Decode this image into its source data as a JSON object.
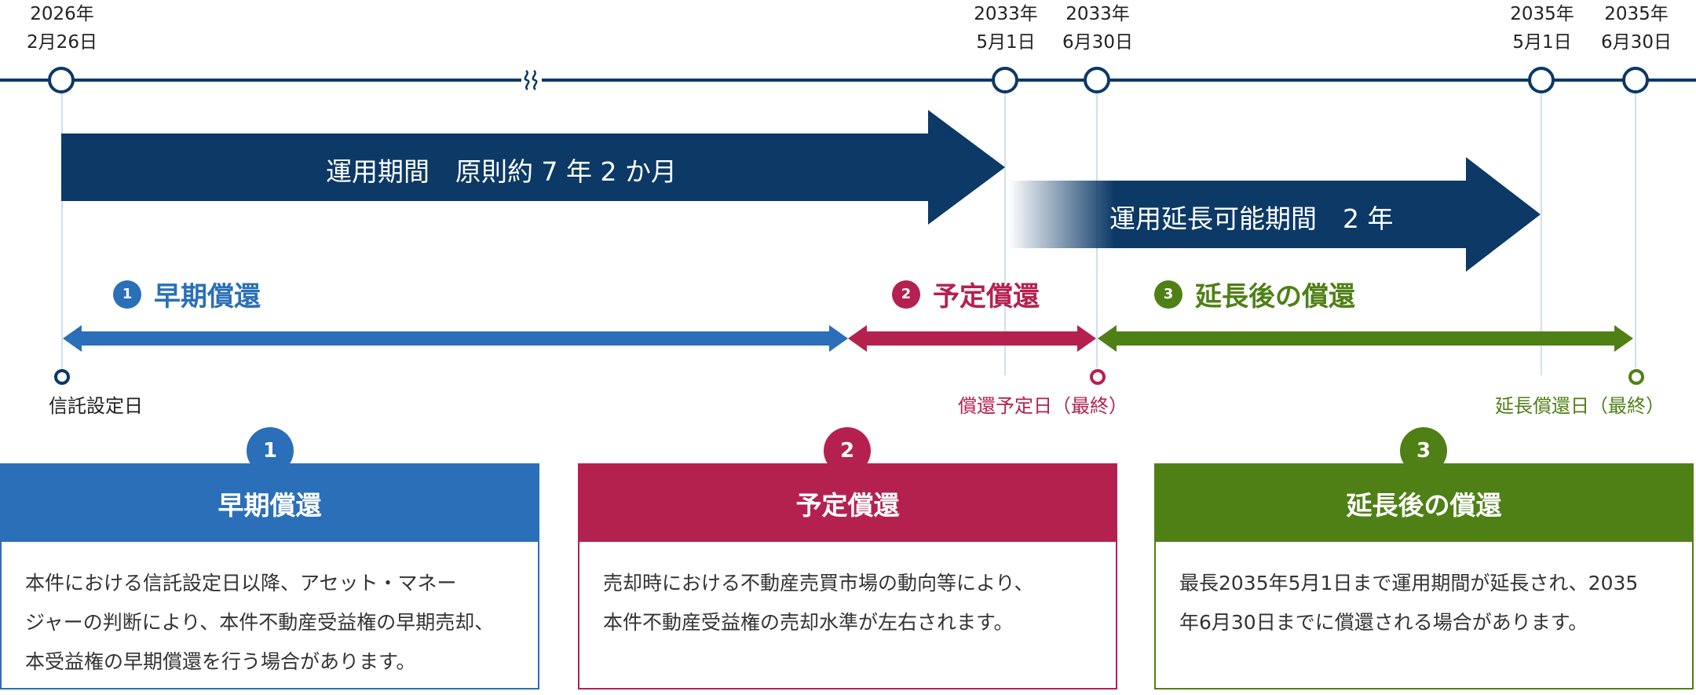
{
  "timeline": {
    "dates": [
      {
        "year": "2026年",
        "day": "2月26日"
      },
      {
        "year": "2033年",
        "day": "5月1日"
      },
      {
        "year": "2033年",
        "day": "6月30日"
      },
      {
        "year": "2035年",
        "day": "5月1日"
      },
      {
        "year": "2035年",
        "day": "6月30日"
      }
    ]
  },
  "arrows": {
    "main_label": "運用期間　原則約 7 年 2 か月",
    "extension_label": "運用延長可能期間　2 年"
  },
  "phases": [
    {
      "num": "1",
      "label": "早期償還",
      "color": "#2a6fb8"
    },
    {
      "num": "2",
      "label": "予定償還",
      "color": "#b5214f"
    },
    {
      "num": "3",
      "label": "延長後の償還",
      "color": "#4f8016"
    }
  ],
  "ticks": {
    "trust_date": "信託設定日",
    "scheduled_date": "償還予定日（最終）",
    "extended_date": "延長償還日（最終）"
  },
  "boxes": [
    {
      "num": "1",
      "title": "早期償還",
      "lines": [
        "本件における信託設定日以降、アセット・マネー",
        "ジャーの判断により、本件不動産受益権の早期売却、",
        "本受益権の早期償還を行う場合があります。"
      ]
    },
    {
      "num": "2",
      "title": "予定償還",
      "lines": [
        "売却時における不動産売買市場の動向等により、",
        "本件不動産受益権の売却水準が左右されます。"
      ]
    },
    {
      "num": "3",
      "title": "延長後の償還",
      "lines": [
        "最長2035年5月1日まで運用期間が延長され、2035",
        "年6月30日までに償還される場合があります。"
      ]
    }
  ],
  "colors": {
    "navy": "#0c3966",
    "blue": "#2a6fb8",
    "crimson": "#b5214f",
    "green": "#4f8016"
  }
}
